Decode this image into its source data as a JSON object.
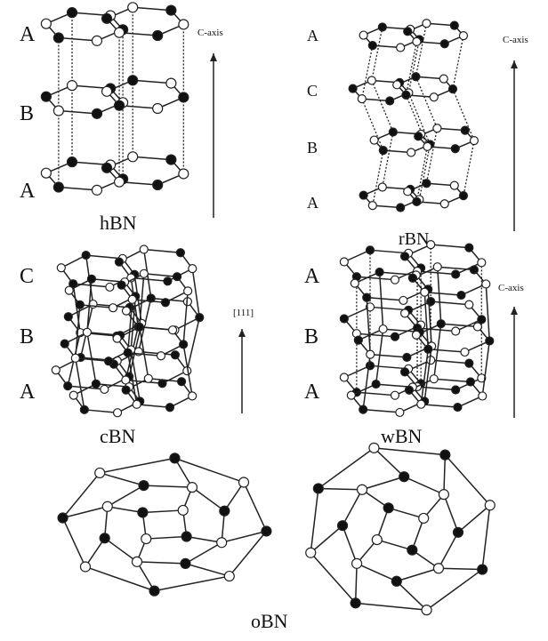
{
  "panels": {
    "hbn": {
      "name": "hBN",
      "layers": [
        "A",
        "B",
        "A"
      ],
      "axis": "C-axis"
    },
    "rbn": {
      "name": "rBN",
      "layers": [
        "A",
        "C",
        "B",
        "A"
      ],
      "axis": "C-axis"
    },
    "cbn": {
      "name": "cBN",
      "layers": [
        "C",
        "B",
        "A"
      ],
      "axis": "[111]"
    },
    "wbn": {
      "name": "wBN",
      "layers": [
        "A",
        "B",
        "A"
      ],
      "axis": "C-axis"
    },
    "obn": {
      "name": "oBN"
    }
  },
  "colors": {
    "atom_dark": "#111111",
    "atom_light": "#ffffff",
    "bond": "#222222"
  }
}
